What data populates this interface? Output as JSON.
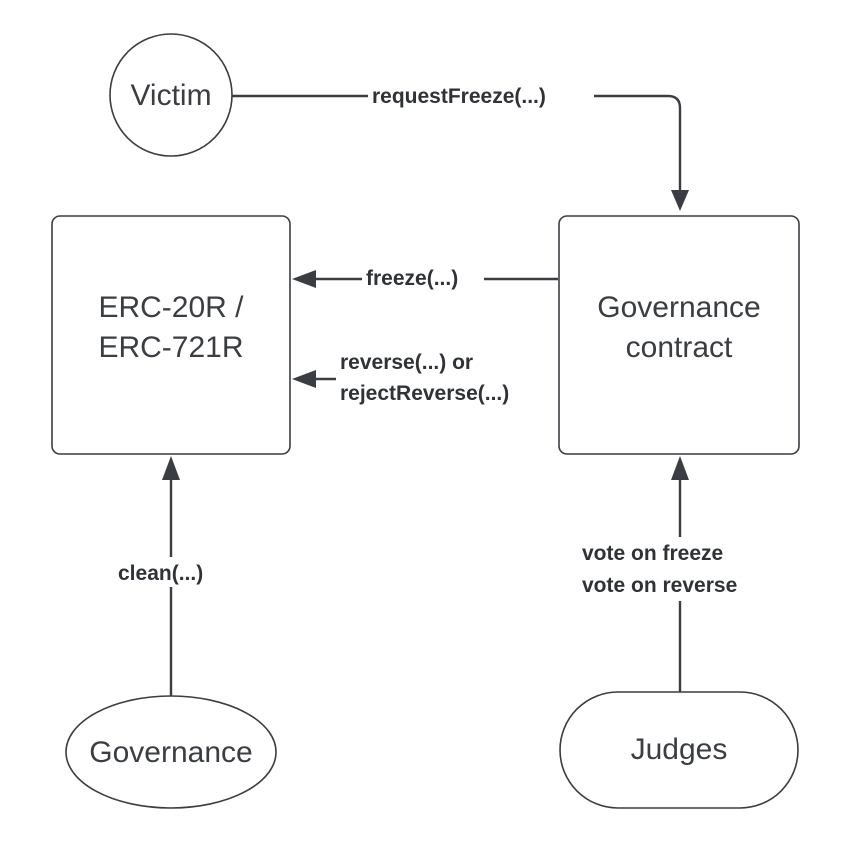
{
  "nodes": {
    "victim": {
      "label": "Victim"
    },
    "token": {
      "label_lines": [
        "ERC-20R /",
        "ERC-721R"
      ]
    },
    "governance_contract": {
      "label_lines": [
        "Governance",
        "contract"
      ]
    },
    "governance": {
      "label": "Governance"
    },
    "judges": {
      "label": "Judges"
    }
  },
  "edges": {
    "request_freeze": {
      "label": "requestFreeze(...)"
    },
    "freeze": {
      "label": "freeze(...)"
    },
    "reverse": {
      "label_lines": [
        "reverse(...) or",
        "rejectReverse(...)"
      ]
    },
    "clean": {
      "label": "clean(...)"
    },
    "vote": {
      "label_lines": [
        "vote on freeze",
        "vote on reverse"
      ]
    }
  },
  "colors": {
    "stroke": "#3a3d42",
    "text": "#3a3d42",
    "background": "#ffffff"
  }
}
